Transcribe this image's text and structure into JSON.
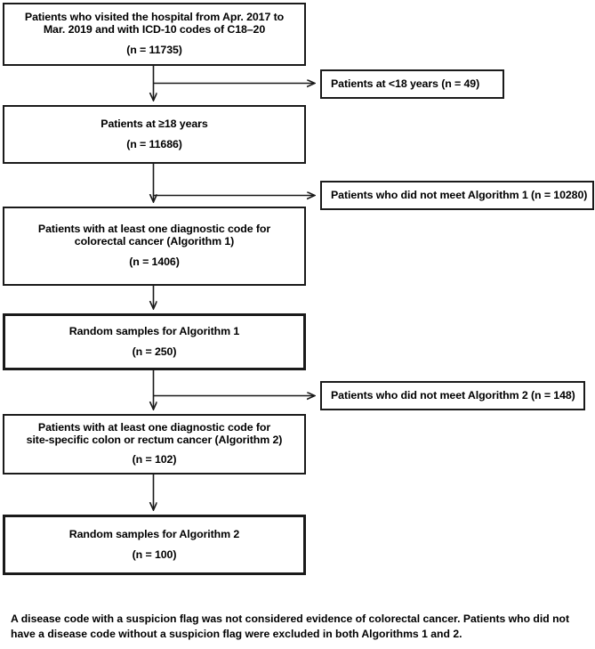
{
  "figure": {
    "type": "flowchart",
    "title": "Patient selection flow diagram",
    "colors": {
      "background": "#ffffff",
      "stroke": "#1a1a1a",
      "text": "#000000"
    }
  },
  "main_nodes": [
    {
      "id": "cohort",
      "lines": [
        "Patients who visited the hospital from Apr. 2017 to",
        "Mar. 2019 and with ICD-10 codes of C18–20"
      ],
      "count": "(n = 11735)",
      "emphasis": "normal"
    },
    {
      "id": "adults",
      "lines": [
        "Patients at ≥18 years"
      ],
      "count": "(n = 11686)",
      "emphasis": "normal"
    },
    {
      "id": "alg1-code",
      "lines_html": [
        "Patients with at least one diagnostic code for",
        "colorectal cancer (<b>Algorithm 1</b>)"
      ],
      "count": "(n = 1406)",
      "emphasis": "normal"
    },
    {
      "id": "alg1-sample",
      "lines": [
        "Random samples for Algorithm 1"
      ],
      "count": "(n = 250)",
      "emphasis": "bold"
    },
    {
      "id": "alg2-code",
      "lines_html": [
        "Patients with at least one diagnostic code for",
        "site-specific colon or rectum cancer (<b>Algorithm 2</b>)"
      ],
      "count": "(n = 102)",
      "emphasis": "normal"
    },
    {
      "id": "alg2-sample",
      "lines": [
        "Random samples for Algorithm 2"
      ],
      "count": "(n = 100)",
      "emphasis": "bold"
    }
  ],
  "exclusion_nodes": [
    {
      "id": "excl-age",
      "label": "Patients at <18 years  (n = 49)"
    },
    {
      "id": "excl-alg1",
      "label": "Patients who did not meet Algorithm 1  (n = 10280)"
    },
    {
      "id": "excl-alg2",
      "label": "Patients who did not meet Algorithm 2  (n = 148)"
    }
  ],
  "footnote": "A disease code with a suspicion flag was not considered evidence of colorectal cancer. Patients who did not have a disease code without a suspicion flag were excluded in both Algorithms 1 and 2.",
  "flow_text": {
    "cohort_line1": "Patients who visited the hospital from Apr. 2017 to",
    "cohort_line2": "Mar. 2019 and with ICD-10 codes of C18–20",
    "cohort_count": "(n = 11735)",
    "adults_line1": "Patients at ≥18 years",
    "adults_count": "(n = 11686)",
    "alg1_code_line1": "Patients with at least one diagnostic code for",
    "alg1_code_line2_pre": "colorectal cancer (",
    "alg1_code_line2_bold": "Algorithm 1",
    "alg1_code_line2_post": ")",
    "alg1_code_count": "(n = 1406)",
    "alg1_sample_line1": "Random samples for Algorithm 1",
    "alg1_sample_count": "(n = 250)",
    "alg2_code_line1": "Patients with at least one diagnostic code for",
    "alg2_code_line2_pre": "site-specific colon or rectum cancer (",
    "alg2_code_line2_bold": "Algorithm 2",
    "alg2_code_line2_post": ")",
    "alg2_code_count": "(n = 102)",
    "alg2_sample_line1": "Random samples for Algorithm 2",
    "alg2_sample_count": "(n = 100)",
    "excl_age": "Patients at <18 years  (n = 49)",
    "excl_alg1": "Patients who did not meet Algorithm 1  (n = 10280)",
    "excl_alg2": "Patients who did not meet Algorithm 2  (n = 148)"
  }
}
